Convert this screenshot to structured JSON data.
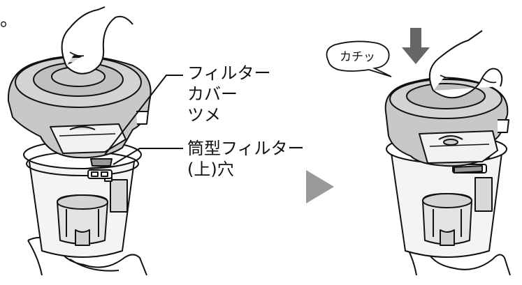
{
  "top_mark": "。",
  "labels": {
    "filter_cover_claw_line1": "フィルター",
    "filter_cover_claw_line2": "カバー",
    "filter_cover_claw_line3": "ツメ",
    "cylinder_filter_line1": "筒型フィルター",
    "cylinder_filter_line2": "(上)穴"
  },
  "bubble": "カチッ",
  "colors": {
    "ink": "#111111",
    "gray_fill": "#c8c8c8",
    "light_gray": "#e6e6e6",
    "mid_gray": "#9a9a9a",
    "arrow": "#666666",
    "pointer": "#7a7a7a"
  }
}
